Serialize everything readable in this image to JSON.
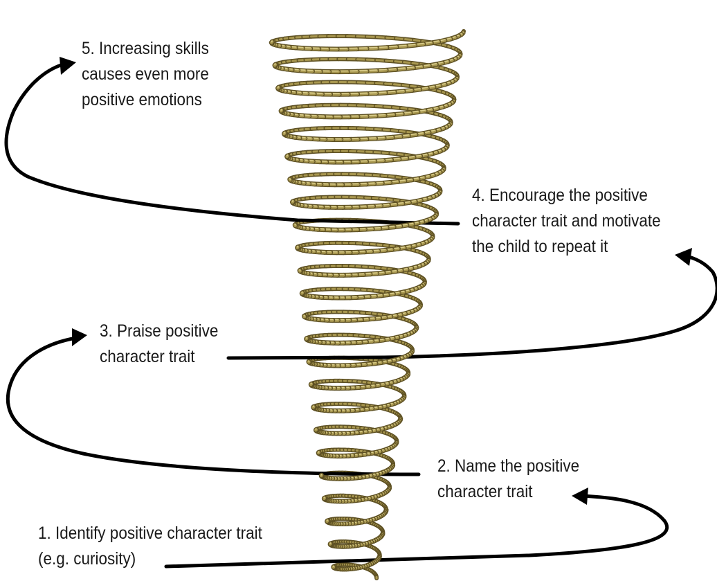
{
  "steps": [
    {
      "id": 1,
      "lines": [
        "1. Identify positive character trait",
        "(e.g. curiosity)"
      ]
    },
    {
      "id": 2,
      "lines": [
        "2. Name the positive",
        "character trait"
      ]
    },
    {
      "id": 3,
      "lines": [
        "3. Praise positive",
        "character trait"
      ]
    },
    {
      "id": 4,
      "lines": [
        "4. Encourage the positive",
        "character trait and motivate",
        "the child to repeat it"
      ]
    },
    {
      "id": 5,
      "lines": [
        "5. Increasing skills",
        "causes even more",
        "positive emotions"
      ]
    }
  ],
  "colors": {
    "arrow": "#000000",
    "coil_light": "#d9cd8c",
    "coil_mid": "#a8974f",
    "coil_dark": "#5e5124",
    "text": "#1a1a1a"
  },
  "illustration": "golden-coil-spring"
}
